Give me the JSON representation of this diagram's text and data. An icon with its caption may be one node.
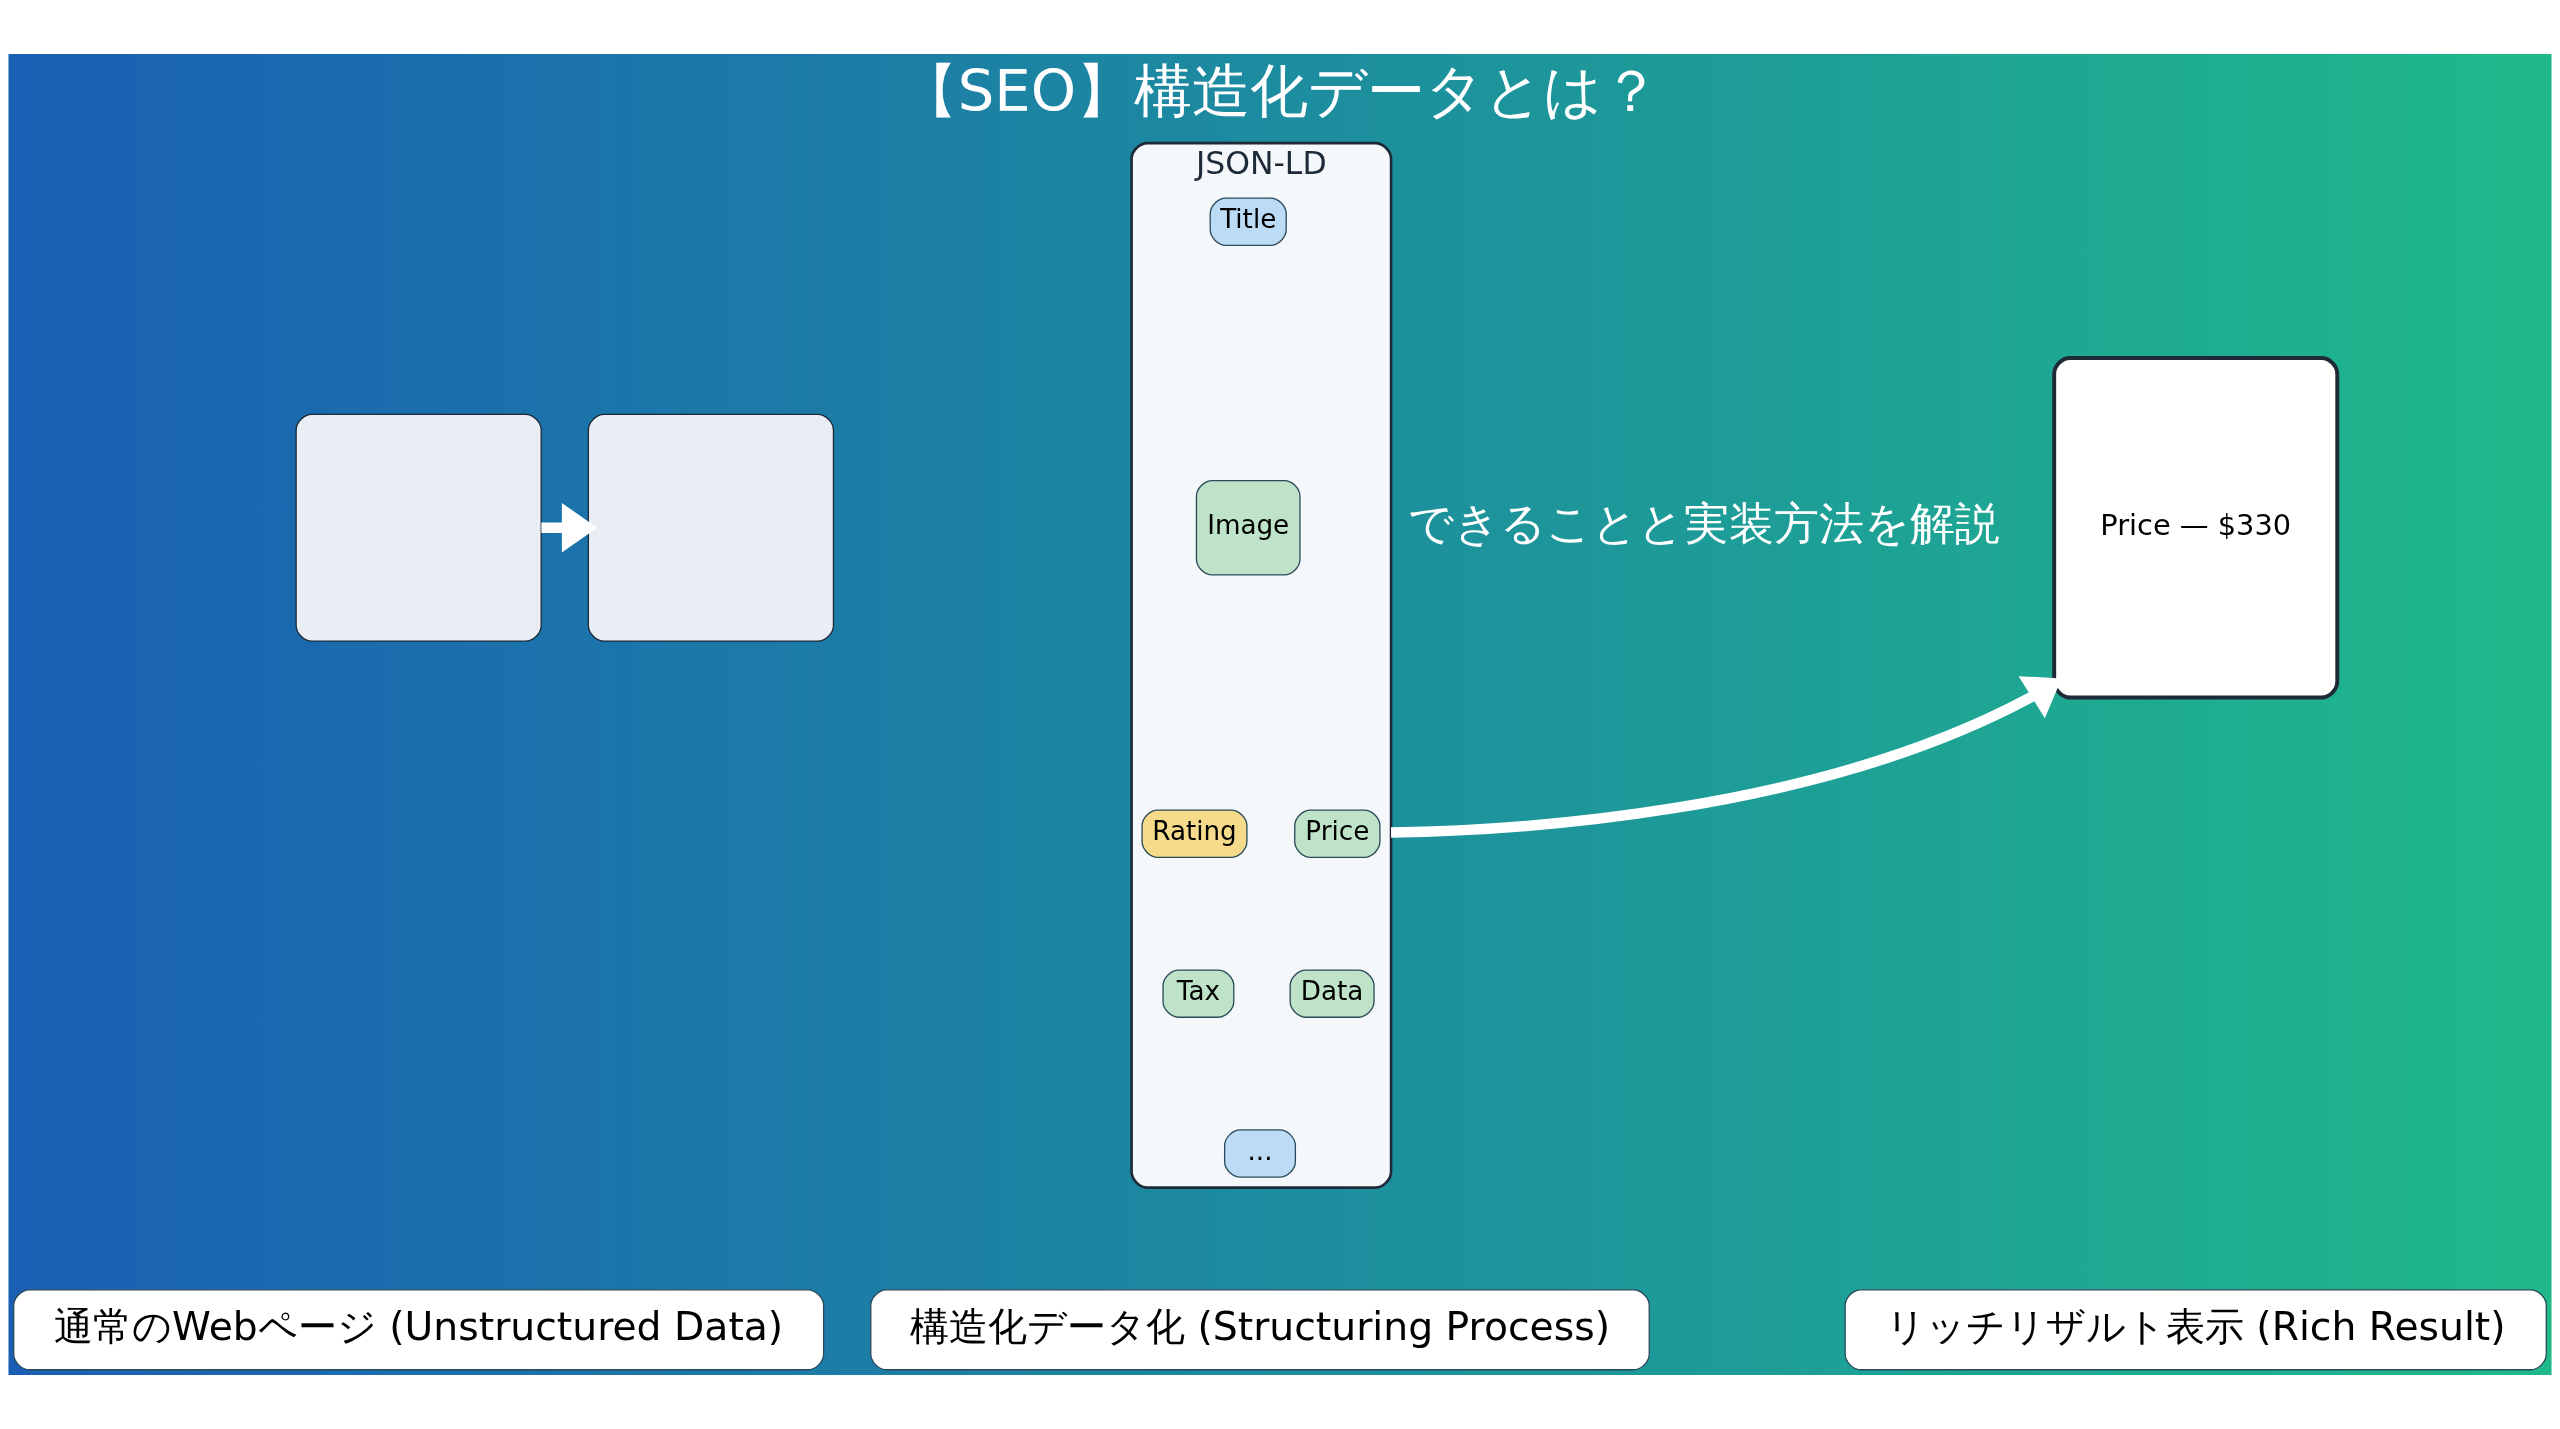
{
  "diagram": {
    "title": "【SEO】構造化データとは？",
    "nodes": [
      {
        "text": [],
        "shape": "box"
      },
      {
        "text": [
          "通常のWebページ (Unstructured Data)"
        ]
      },
      {
        "text": [],
        "shape": "box"
      },
      {
        "text": [
          "JSON-LD"
        ]
      },
      {
        "text": [
          "Title"
        ],
        "in": 3
      },
      {
        "text": [
          "Image"
        ],
        "in": 3
      },
      {
        "text": [
          "Rating"
        ],
        "in": 3
      },
      {
        "text": [
          "Price"
        ],
        "in": 3
      },
      {
        "text": [
          "Tax"
        ],
        "in": 3
      },
      {
        "text": [
          "Data"
        ],
        "in": 3
      },
      {
        "text": [
          "..."
        ],
        "in": 3
      },
      {
        "text": [
          "構造化データ化 (Structuring Process)"
        ]
      },
      {
        "text": [
          "Price — $330"
        ]
      },
      {
        "text": [
          "リッチリザルト表示 (Rich Result)"
        ]
      }
    ],
    "edges": [
      {
        "from": 0,
        "to": 2,
        "arrow": "to"
      },
      {
        "from": 3,
        "to": 12,
        "arrow": "to"
      }
    ],
    "labels": [
      "できることと実装方法を解説"
    ]
  }
}
